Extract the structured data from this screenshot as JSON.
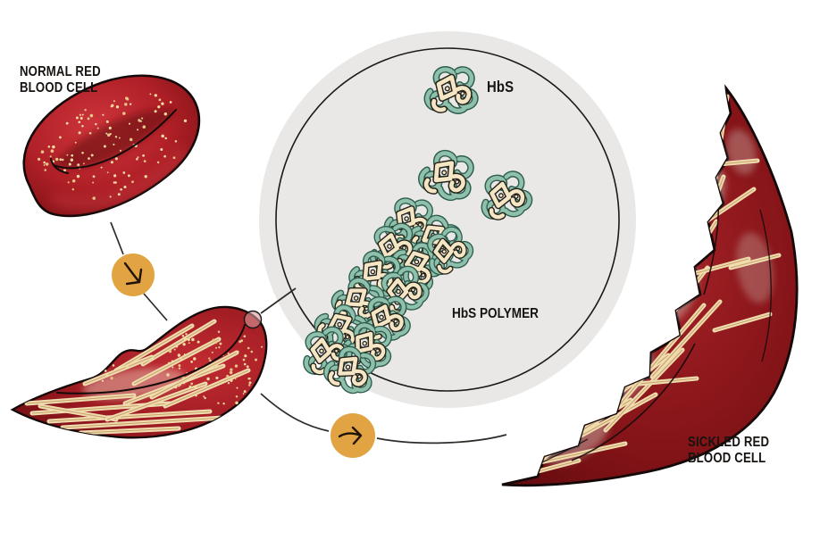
{
  "diagram": {
    "labels": {
      "normal_cell": "NORMAL RED\nBLOOD CELL",
      "hbs": "HbS",
      "hbs_polymer": "HbS POLYMER",
      "sickled_cell": "SICKLED RED\nBLOOD CELL"
    },
    "icons": {
      "step1_arrow": "arrow-down-right",
      "step2_arrow": "arrow-right",
      "magnifier": "magnified-region-circle"
    },
    "colors": {
      "background": "#ffffff",
      "magnified_view_fill": "#e9e8e6",
      "magnified_view_ring": "#1a1a1a",
      "arrow_circle": "#e2a443",
      "arrow_glyph": "#1f1208",
      "cell_red_bright": "#c92f36",
      "cell_red_dark": "#70100f",
      "cell_outline": "#150808",
      "speckle_cream": "#f2dca4",
      "fiber_cream": "#efdcb0",
      "fiber_core": "#c9a268",
      "molecule_teal": "#8fc0ab",
      "molecule_teal_outline": "#2e5e50",
      "molecule_cream": "#f4e6c4",
      "molecule_outline": "#242018",
      "label_text": "#171311",
      "connector_line": "#2f2b28"
    }
  }
}
